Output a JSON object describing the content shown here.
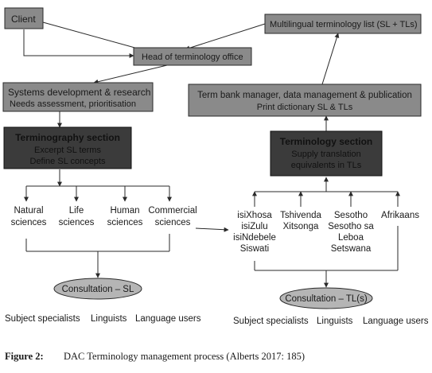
{
  "diagram": {
    "client": "Client",
    "multilingual_list": "Multilingual terminology list (SL + TLs)",
    "head_office": "Head of terminology office",
    "systems_dev": {
      "line1": "Systems development & research",
      "line2": "Needs assessment, prioritisation"
    },
    "term_bank": {
      "line1": "Term bank manager, data management & publication",
      "line2": "Print dictionary SL & TLs"
    },
    "terminography": {
      "line1": "Terminography section",
      "line2": "Excerpt SL terms",
      "line3": "Define SL concepts"
    },
    "terminology": {
      "line1": "Terminology section",
      "line2": "Supply translation",
      "line3": "equivalents in TLs"
    },
    "sciences": {
      "natural": [
        "Natural",
        "sciences"
      ],
      "life": [
        "Life",
        "sciences"
      ],
      "human": [
        "Human",
        "sciences"
      ],
      "commercial": [
        "Commercial",
        "sciences"
      ]
    },
    "languages": {
      "group1": [
        "isiXhosa",
        "isiZulu",
        "isiNdebele",
        "Siswati"
      ],
      "group2": [
        "Tshivenda",
        "Xitsonga"
      ],
      "group3": [
        "Sesotho",
        "Sesotho sa",
        "Leboa",
        "Setswana"
      ],
      "group4": [
        "Afrikaans"
      ]
    },
    "consultation_sl": "Consultation – SL",
    "consultation_tl": "Consultation – TL(s)",
    "consult_left": [
      "Subject specialists",
      "Linguists",
      "Language users"
    ],
    "consult_right": [
      "Subject specialists",
      "Linguists",
      "Language users"
    ],
    "colors": {
      "light_box": "#8a8a8a",
      "dark_box": "#3b3b3b",
      "ellipse": "#b5b5b5",
      "line": "#2a2a2a"
    }
  },
  "caption": {
    "label": "Figure 2:",
    "text": "DAC Terminology management process (Alberts 2017: 185)"
  }
}
